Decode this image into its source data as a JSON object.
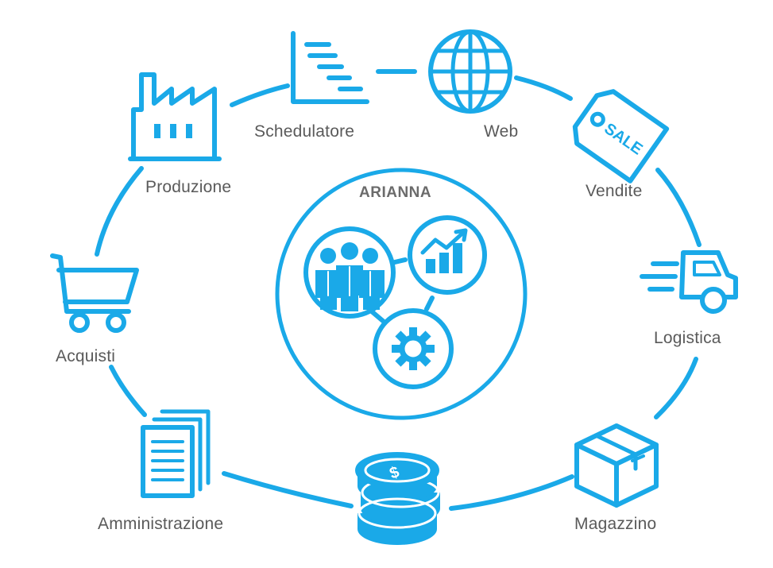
{
  "diagram": {
    "center_title": "ARIANNA",
    "accent_color": "#1aa9e8",
    "text_color": "#5a5a5a",
    "nodes": [
      {
        "id": "schedulatore",
        "label": "Schedulatore",
        "icon": "gantt-chart-icon"
      },
      {
        "id": "web",
        "label": "Web",
        "icon": "globe-icon"
      },
      {
        "id": "vendite",
        "label": "Vendite",
        "icon": "sale-tag-icon"
      },
      {
        "id": "logistica",
        "label": "Logistica",
        "icon": "delivery-truck-icon"
      },
      {
        "id": "magazzino",
        "label": "Magazzino",
        "icon": "box-icon"
      },
      {
        "id": "finanza",
        "label": "",
        "icon": "coin-stack-icon"
      },
      {
        "id": "amministrazione",
        "label": "Amministrazione",
        "icon": "documents-icon"
      },
      {
        "id": "acquisti",
        "label": "Acquisti",
        "icon": "shopping-cart-icon"
      },
      {
        "id": "produzione",
        "label": "Produzione",
        "icon": "factory-icon"
      }
    ],
    "center_icons": [
      "team-icon",
      "growth-chart-icon",
      "gear-icon"
    ],
    "sale_tag_text": "SALE"
  }
}
